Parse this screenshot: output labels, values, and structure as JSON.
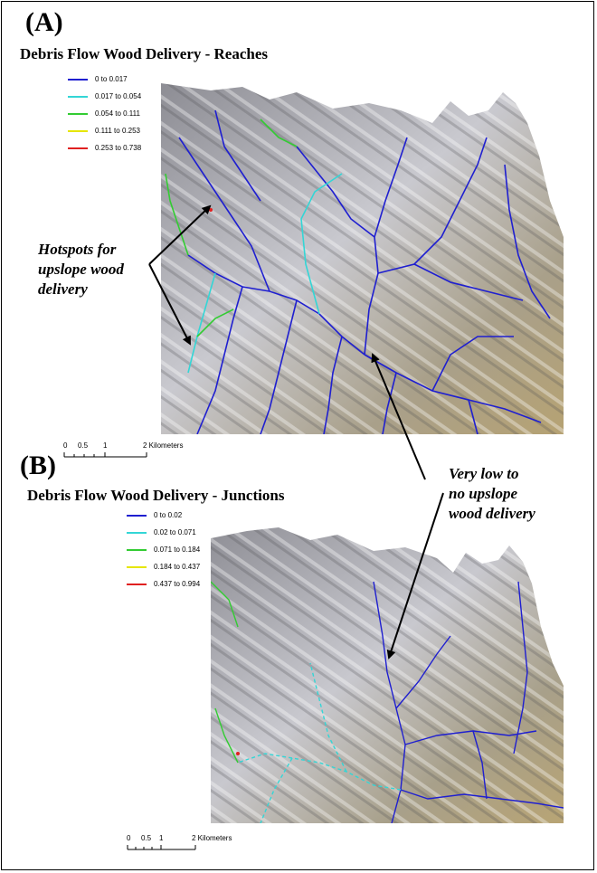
{
  "panel_a": {
    "label": "(A)",
    "title": "Debris Flow Wood Delivery - Reaches",
    "legend": [
      {
        "label": "0 to 0.017",
        "color": "#1f1fd0"
      },
      {
        "label": "0.017 to 0.054",
        "color": "#33d6d6"
      },
      {
        "label": "0.054 to 0.111",
        "color": "#33cc33"
      },
      {
        "label": "0.111 to 0.253",
        "color": "#e6e600"
      },
      {
        "label": "0.253 to 0.738",
        "color": "#e02020"
      }
    ],
    "scalebar": {
      "ticks": [
        "0",
        "0.5",
        "1",
        "2 Kilometers"
      ]
    }
  },
  "panel_b": {
    "label": "(B)",
    "title": "Debris Flow Wood Delivery - Junctions",
    "legend": [
      {
        "label": "0 to 0.02",
        "color": "#1f1fd0"
      },
      {
        "label": "0.02 to 0.071",
        "color": "#33d6d6"
      },
      {
        "label": "0.071 to 0.184",
        "color": "#33cc33"
      },
      {
        "label": "0.184 to 0.437",
        "color": "#e6e600"
      },
      {
        "label": "0.437 to 0.994",
        "color": "#e02020"
      }
    ],
    "scalebar": {
      "ticks": [
        "0",
        "0.5",
        "1",
        "2 Kilometers"
      ]
    }
  },
  "annotations": {
    "hotspots": [
      "Hotspots for",
      "upslope wood",
      "delivery"
    ],
    "low": [
      "Very low to",
      "no upslope",
      "wood delivery"
    ]
  },
  "colors": {
    "terrain_light": "#d9d9de",
    "terrain_mid": "#a7a7ad",
    "terrain_dark": "#6f6f75",
    "terrain_tan": "#b9a57a",
    "stream": "#1f1fd0"
  }
}
